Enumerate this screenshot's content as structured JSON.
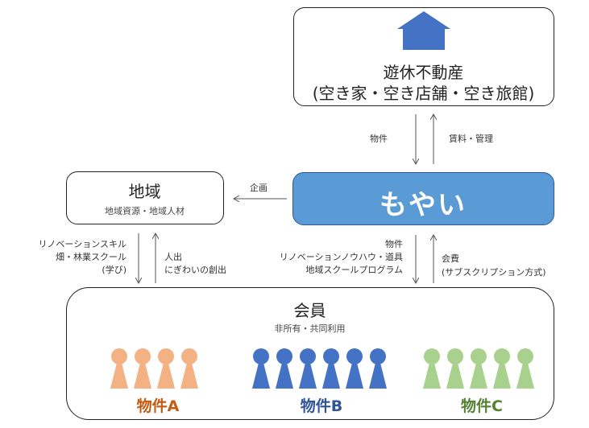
{
  "top_box": {
    "title": "遊休不動産",
    "subtitle": "(空き家・空き店舗・空き旅館)"
  },
  "center_box": {
    "title": "もやい"
  },
  "region_box": {
    "title": "地域",
    "subtitle": "地域資源・地域人材"
  },
  "member_box": {
    "title": "会員",
    "subtitle": "非所有・共同利用"
  },
  "labels": {
    "property_down": "物件",
    "rent_up": "賃料・管理",
    "plan": "企画",
    "renovation_skill": [
      "リノベーションスキル",
      "畑・林業スクール",
      "(学び)"
    ],
    "people_flow": [
      "人出",
      "にぎわいの創出"
    ],
    "services_down": [
      "物件",
      "リノベーションノウハウ・道具",
      "地域スクールプログラム"
    ],
    "fee_up": [
      "会費",
      "(サブスクリプション方式)"
    ]
  },
  "groups": [
    {
      "label": "物件A",
      "count": 4,
      "color": "#F4B183",
      "label_color": "#C55A11"
    },
    {
      "label": "物件B",
      "count": 6,
      "color": "#4472C4",
      "label_color": "#2F5597"
    },
    {
      "label": "物件C",
      "count": 5,
      "color": "#A9D18E",
      "label_color": "#548235"
    }
  ],
  "colors": {
    "house": "#4472C4",
    "center_fill": "#5B9BD5"
  }
}
